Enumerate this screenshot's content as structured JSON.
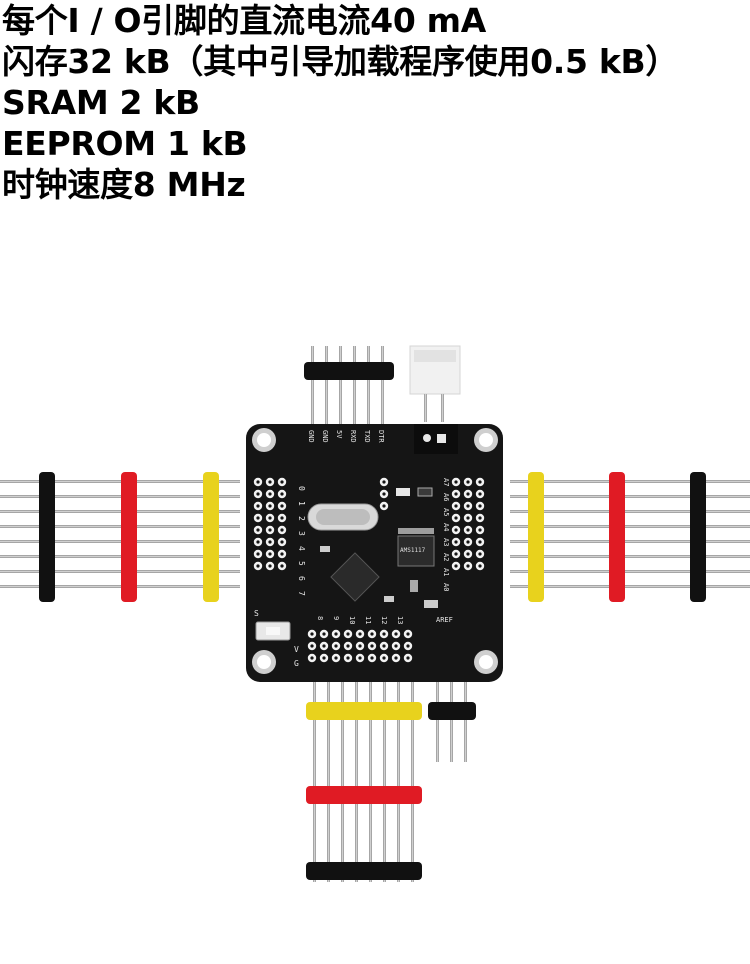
{
  "specs": {
    "lines": [
      "每个I / O引脚的直流电流40 mA",
      "闪存32 kB（其中引导加载程序使用0.5 kB）",
      "SRAM 2 kB",
      "EEPROM 1 kB",
      "时钟速度8 MHz"
    ]
  },
  "board": {
    "top_header_labels": [
      "GND",
      "GND",
      "5V",
      "RXD",
      "TXD",
      "DTR"
    ],
    "left_labels": [
      "0",
      "1",
      "2",
      "3",
      "4",
      "5",
      "6",
      "7"
    ],
    "right_labels": [
      "A7",
      "A6",
      "A5",
      "A4",
      "A3",
      "A2",
      "A1",
      "A0"
    ],
    "bottom_labels": [
      "8",
      "9",
      "10",
      "11",
      "12",
      "13"
    ],
    "aref_label": "AREF",
    "regulator_label": "AMS1117",
    "corner_labels": {
      "s": "S",
      "v": "V",
      "g": "G"
    },
    "colors": {
      "pcb": "#151515",
      "header_black": "#111111",
      "header_red": "#e01b24",
      "header_yellow": "#e8d21d",
      "pin": "#b9b9b9",
      "pad": "#f2f2f2"
    }
  }
}
